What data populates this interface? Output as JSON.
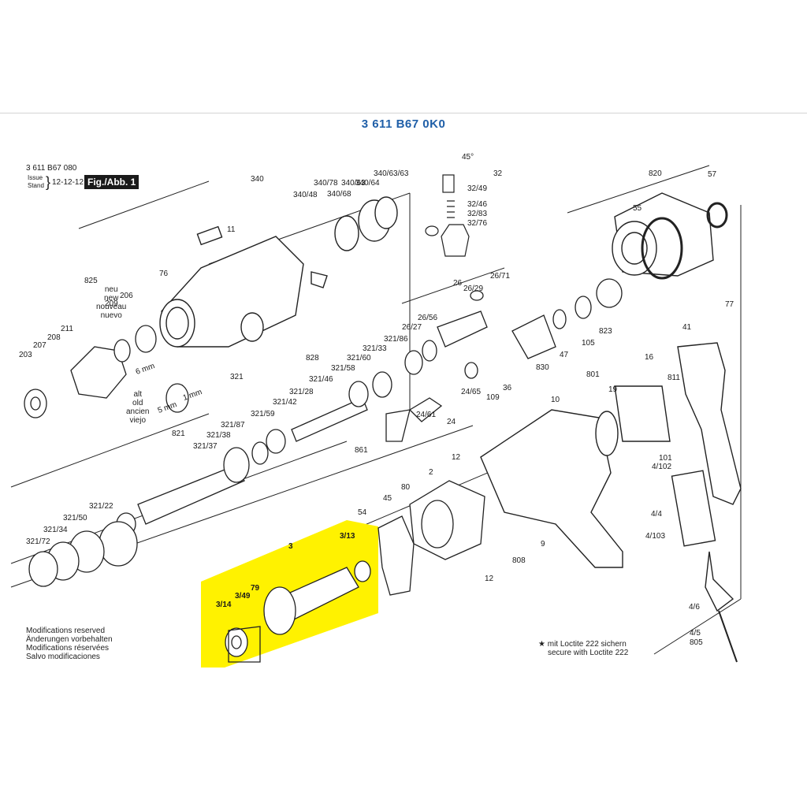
{
  "document": {
    "code": "3 611 B67 0K0",
    "figure_number": "3 611 B67 080",
    "issue_label": "Issue",
    "stand_label": "Stand",
    "brace": "}",
    "date": "12-12-12",
    "figure_badge": "Fig./Abb. 1"
  },
  "notes": {
    "modifications": [
      "Modifications reserved",
      "Änderungen vorbehalten",
      "Modifications réservées",
      "Salvo modificaciones"
    ],
    "loctite": [
      "★ mit Loctite 222 sichern",
      "secure with Loctite 222"
    ]
  },
  "legend_old_new": {
    "alt": [
      "alt",
      "old",
      "ancien",
      "viejo"
    ],
    "neu": [
      "neu",
      "new",
      "nouveau",
      "nuevo"
    ]
  },
  "dimensions": [
    "6 mm",
    "5 mm",
    "1 mm"
  ],
  "part_labels": [
    "340",
    "340/48",
    "340/78",
    "340/68",
    "340/63",
    "340/64",
    "340/63/63",
    "11",
    "76",
    "825",
    "209",
    "206",
    "211",
    "208",
    "207",
    "203",
    "45°",
    "32",
    "32/49",
    "32/46",
    "32/83",
    "32/76",
    "820",
    "57",
    "55",
    "26",
    "26/29",
    "26/71",
    "26/56",
    "26/27",
    "828",
    "321/86",
    "321/33",
    "321/60",
    "321/58",
    "321/46",
    "321/28",
    "321/42",
    "321/59",
    "321",
    "821",
    "321/87",
    "321/38",
    "321/37",
    "321/22",
    "321/50",
    "321/34",
    "321/72",
    "36",
    "24/65",
    "109",
    "24/61",
    "24",
    "861",
    "47",
    "105",
    "823",
    "830",
    "77",
    "41",
    "16",
    "801",
    "811",
    "19",
    "10",
    "12",
    "2",
    "80",
    "45",
    "54",
    "3",
    "3/13",
    "79",
    "3/49",
    "3/14",
    "808",
    "9",
    "101",
    "4/102",
    "4/4",
    "4/103",
    "4/6",
    "4/5",
    "805"
  ],
  "highlight_color": "#fff200",
  "title_color": "#1f5fa8"
}
